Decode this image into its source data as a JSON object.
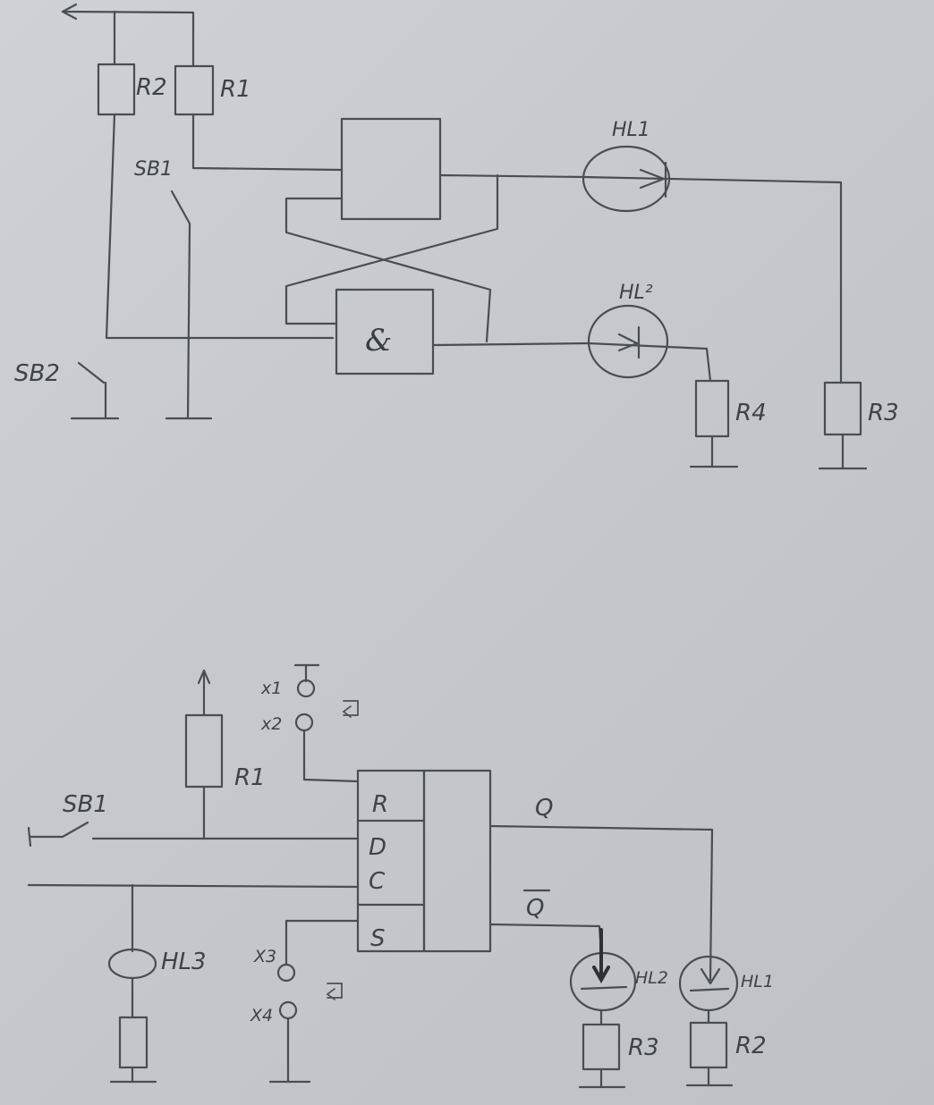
{
  "top_circuit": {
    "labels": {
      "r2": "R2",
      "r1": "R1",
      "sb1": "SB1",
      "sb2": "SB2",
      "hl1": "HL1",
      "hl2": "HL²",
      "r4": "R4",
      "r3": "R3",
      "and_gate": "&"
    }
  },
  "bottom_circuit": {
    "labels": {
      "x1": "x1",
      "x2": "x2",
      "r1": "R1",
      "sb1": "SB1",
      "pin_r": "R",
      "pin_d": "D",
      "pin_c": "C",
      "pin_s": "S",
      "q": "Q",
      "q_bar": "Q",
      "hl3": "HL3",
      "x3": "X3",
      "x4": "X4",
      "hl2": "HL2",
      "hl1": "HL1",
      "r3": "R3",
      "r2": "R2"
    }
  },
  "colors": {
    "ink": "#4a4d52",
    "paper": "#c9cbcf"
  }
}
